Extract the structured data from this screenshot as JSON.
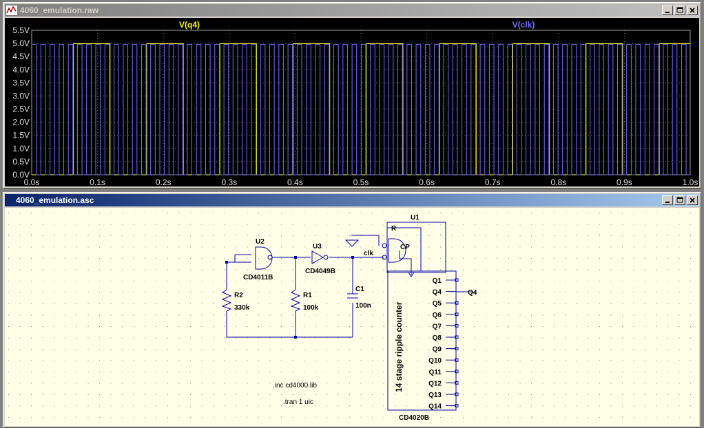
{
  "plot_window": {
    "title": "4060_emulation.raw",
    "trace_labels": [
      {
        "text": "V(q4)",
        "color": "#ffff00"
      },
      {
        "text": "V(clk)",
        "color": "#7070ff"
      }
    ],
    "y_ticks": [
      "5.5V",
      "5.0V",
      "4.5V",
      "4.0V",
      "3.5V",
      "3.0V",
      "2.5V",
      "2.0V",
      "1.5V",
      "1.0V",
      "0.5V",
      "0.0V"
    ],
    "x_ticks": [
      "0.0s",
      "0.1s",
      "0.2s",
      "0.3s",
      "0.4s",
      "0.5s",
      "0.6s",
      "0.7s",
      "0.8s",
      "0.9s",
      "1.0s"
    ]
  },
  "chart_data": {
    "type": "line",
    "xlabel": "",
    "ylabel": "",
    "xlim": [
      0,
      1.0
    ],
    "ylim": [
      0,
      5.5
    ],
    "grid": true,
    "series": [
      {
        "name": "V(q4)",
        "color": "#ffff00",
        "low": 0.0,
        "high": 4.99,
        "period_s": 0.1112,
        "first_rise_s": 0.0634
      },
      {
        "name": "V(clk)",
        "color": "#7070ff",
        "low": 0.0,
        "high": 4.96,
        "period_s": 0.0139,
        "first_rise_s": 0.0
      }
    ]
  },
  "schematic_window": {
    "title": "4060_emulation.asc",
    "components": {
      "u1": {
        "ref": "U1",
        "part": "CD4020B",
        "body_text": "14 stage ripple counter",
        "pin_r": "R",
        "pin_cp": "CP",
        "outputs": [
          "Q1",
          "Q4",
          "Q5",
          "Q6",
          "Q7",
          "Q8",
          "Q9",
          "Q10",
          "Q11",
          "Q12",
          "Q13",
          "Q14"
        ]
      },
      "u2": {
        "ref": "U2",
        "part": "CD4011B"
      },
      "u3": {
        "ref": "U3",
        "part": "CD4049B"
      },
      "r1": {
        "ref": "R1",
        "value": "100k"
      },
      "r2": {
        "ref": "R2",
        "value": "330k"
      },
      "c1": {
        "ref": "C1",
        "value": "100n"
      }
    },
    "net_labels": {
      "clk": "clk",
      "q4": "Q4"
    },
    "directives": [
      ".inc cd4000.lib",
      ".tran 1 uic"
    ]
  }
}
